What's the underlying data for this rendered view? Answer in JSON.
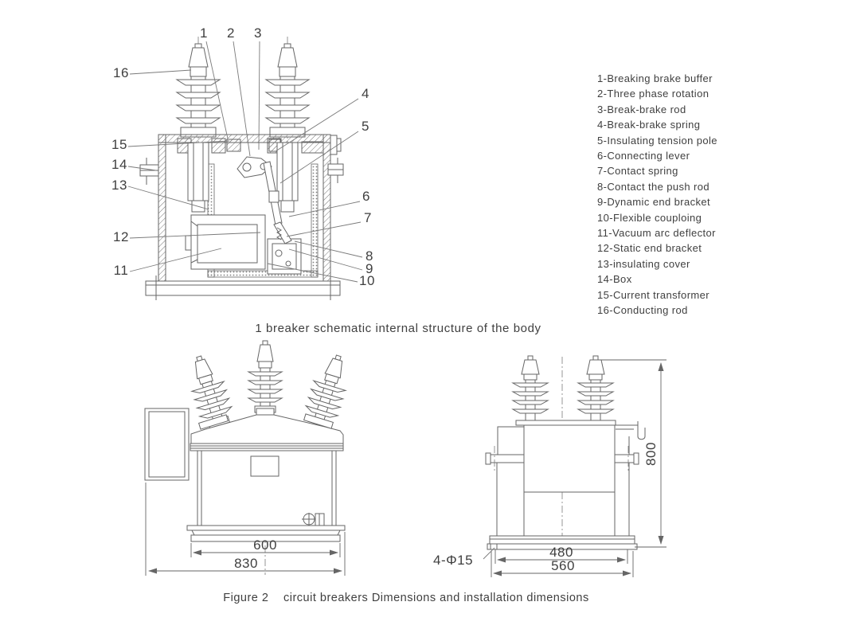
{
  "theme": {
    "background": "#ffffff",
    "line_color": "#666666",
    "text_color": "#3f3f3f"
  },
  "legend": {
    "items": [
      "1-Breaking brake buffer",
      "2-Three phase rotation",
      "3-Break-brake rod",
      "4-Break-brake spring",
      "5-Insulating tension pole",
      "6-Connecting lever",
      "7-Contact spring",
      "8-Contact the push rod",
      "9-Dynamic end bracket",
      "10-Flexible couploing",
      "11-Vacuum arc deflector",
      "12-Static end bracket",
      "13-insulating cover",
      "14-Box",
      "15-Current transformer",
      "16-Conducting rod"
    ]
  },
  "captions": {
    "internal_structure": "1 breaker schematic internal structure of the body",
    "figure_label": "Figure 2",
    "figure_text": "circuit breakers Dimensions and installation dimensions"
  },
  "main_diagram": {
    "callouts": {
      "c1": "1",
      "c2": "2",
      "c3": "3",
      "c4": "4",
      "c5": "5",
      "c6": "6",
      "c7": "7",
      "c8": "8",
      "c9": "9",
      "c10": "10",
      "c11": "11",
      "c12": "12",
      "c13": "13",
      "c14": "14",
      "c15": "15",
      "c16": "16"
    }
  },
  "dimensions": {
    "front_inner": "600",
    "front_outer": "830",
    "side_inner": "480",
    "side_outer": "560",
    "side_height": "800",
    "mounting_holes": "4-Φ15"
  }
}
